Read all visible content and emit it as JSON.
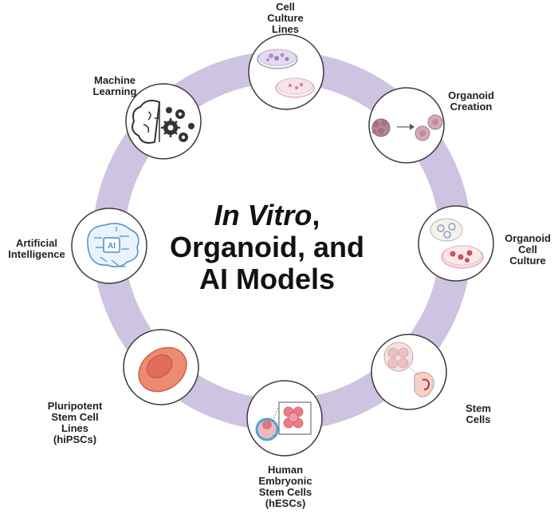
{
  "title": {
    "line1_italic": "In Vitro",
    "line1_rest": ",",
    "line2": "Organoid, and",
    "line3": "AI Models"
  },
  "colors": {
    "ring": "#cec3e0",
    "node_border": "#3a3a3a",
    "text": "#222222",
    "cell_pink": "#e8a7b3",
    "cell_salmon": "#e07f6e",
    "gear": "#333333",
    "ai_blue": "#4a90c9"
  },
  "nodes": [
    {
      "id": "cell-culture-lines",
      "icon": "petri-dishes-icon",
      "label": [
        "Cell",
        "Culture",
        "Lines"
      ]
    },
    {
      "id": "organoid-creation",
      "icon": "organoid-formation-icon",
      "label": [
        "Organoid",
        "Creation"
      ]
    },
    {
      "id": "organoid-cell-culture",
      "icon": "organoid-petri-icon",
      "label": [
        "Organoid",
        "Cell",
        "Culture"
      ]
    },
    {
      "id": "stem-cells",
      "icon": "embryo-cells-icon",
      "label": [
        "Stem",
        "Cells"
      ]
    },
    {
      "id": "human-embryonic-stem-cells",
      "icon": "blastocyst-icon",
      "label": [
        "Human",
        "Embryonic",
        "Stem Cells",
        "(hESCs)"
      ]
    },
    {
      "id": "pluripotent-stem-cell-lines",
      "icon": "cell-icon",
      "label": [
        "Pluripotent",
        "Stem Cell",
        "Lines",
        "(hiPSCs)"
      ]
    },
    {
      "id": "artificial-intelligence",
      "icon": "ai-brain-icon",
      "label": [
        "Artificial",
        "Intelligence"
      ]
    },
    {
      "id": "machine-learning",
      "icon": "brain-gears-icon",
      "label": [
        "Machine",
        "Learning"
      ]
    }
  ]
}
